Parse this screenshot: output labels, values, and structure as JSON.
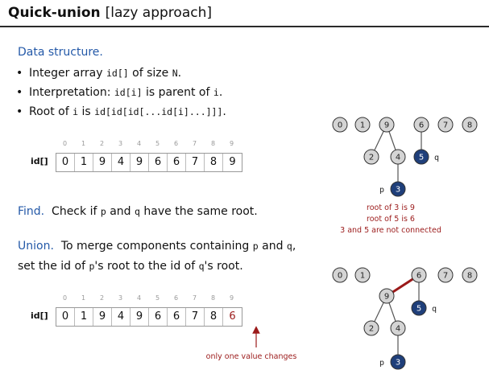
{
  "slide": {
    "title": "Quick-union",
    "subtitle": "[lazy approach]"
  },
  "data_structure": {
    "heading": "Data structure.",
    "bullets": [
      {
        "prefix": "Integer array ",
        "code1": "id[]",
        "middle": " of size ",
        "code2": "N",
        "suffix": "."
      },
      {
        "prefix": "Interpretation: ",
        "code1": "id[i]",
        "middle": " is parent of ",
        "code2": "i",
        "suffix": "."
      },
      {
        "prefix": "Root of ",
        "code1": "i",
        "middle": " is ",
        "code2": "id[id[id[...id[i]...]]]",
        "suffix": "."
      }
    ]
  },
  "array_top": {
    "label": "id[]",
    "indices": [
      "0",
      "1",
      "2",
      "3",
      "4",
      "5",
      "6",
      "7",
      "8",
      "9"
    ],
    "values": [
      "0",
      "1",
      "9",
      "4",
      "9",
      "6",
      "6",
      "7",
      "8",
      "9"
    ]
  },
  "find": {
    "heading": "Find.",
    "t1": "Check if ",
    "c1": "p",
    "t2": " and ",
    "c2": "q",
    "t3": " have the same root."
  },
  "find_notes": [
    "root of 3 is 9",
    "root of 5 is 6",
    "3 and 5 are not connected"
  ],
  "union": {
    "heading": "Union.",
    "l1a": "To merge components containing ",
    "l1c1": "p",
    "l1b": " and ",
    "l1c2": "q",
    "l1d": ",",
    "l2a": "set the id of ",
    "l2c1": "p",
    "l2b": "'s root to the id of ",
    "l2c2": "q",
    "l2d": "'s root."
  },
  "array_bottom": {
    "label": "id[]",
    "indices": [
      "0",
      "1",
      "2",
      "3",
      "4",
      "5",
      "6",
      "7",
      "8",
      "9"
    ],
    "values": [
      "0",
      "1",
      "9",
      "4",
      "9",
      "6",
      "6",
      "7",
      "8",
      "6"
    ],
    "changed_index": 9,
    "caption": "only one value changes"
  },
  "tree_top": {
    "node_labels": [
      "0",
      "1",
      "9",
      "2",
      "4",
      "3",
      "6",
      "5",
      "7",
      "8"
    ],
    "p_label": "p",
    "q_label": "q"
  },
  "tree_bottom": {
    "node_labels": [
      "0",
      "1",
      "6",
      "9",
      "2",
      "4",
      "3",
      "5",
      "7",
      "8"
    ],
    "p_label": "p",
    "q_label": "q"
  },
  "colors": {
    "heading_blue": "#2459a8",
    "accent_red": "#9b1a1a",
    "node_fill": "#d4d4d4",
    "highlight_node": "#1f3f7a"
  }
}
